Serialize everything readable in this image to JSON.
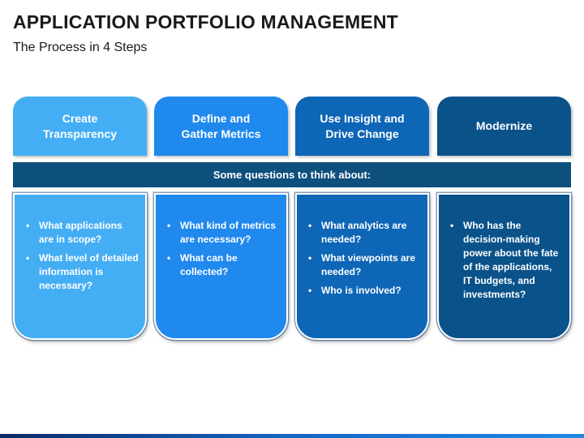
{
  "title": "APPLICATION PORTFOLIO MANAGEMENT",
  "subtitle": "The Process in 4 Steps",
  "questions_label": "Some questions to think about:",
  "colors": {
    "step1": "#44aef4",
    "step2": "#2089ee",
    "step3": "#0e66b6",
    "step4": "#0a528a",
    "bar": "#0d4f7d"
  },
  "steps": [
    {
      "title": "Create Transparency",
      "questions": [
        "What applications are in scope?",
        "What level of detailed information is necessary?"
      ]
    },
    {
      "title": "Define and Gather Metrics",
      "questions": [
        "What kind of metrics are necessary?",
        "What can be collected?"
      ]
    },
    {
      "title": "Use Insight and Drive Change",
      "questions": [
        "What analytics are needed?",
        "What viewpoints are needed?",
        "Who is involved?"
      ]
    },
    {
      "title": "Modernize",
      "questions": [
        "Who has the decision-making power about the fate of the applications, IT budgets, and investments?"
      ]
    }
  ]
}
